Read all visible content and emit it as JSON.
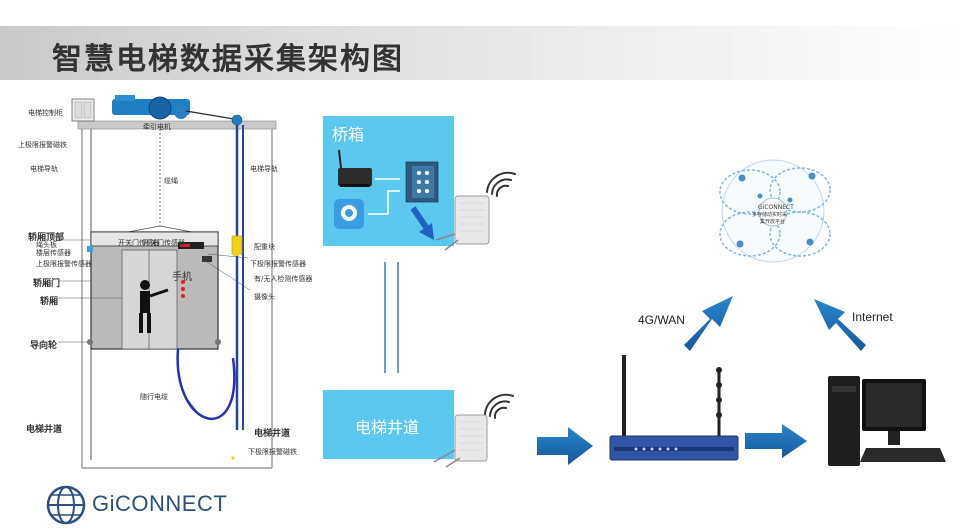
{
  "title": "智慧电梯数据采集架构图",
  "panels": {
    "car": "桥箱",
    "shaft": "电梯井道"
  },
  "network": {
    "wan_label": "4G/WAN",
    "internet_label": "Internet"
  },
  "cloud_center_text": [
    "GiCONNECT",
    "多存储动实时采",
    "集开放平台"
  ],
  "elevator_labels": {
    "control_cabinet": "电梯控制柜",
    "traction_motor": "牵引电机",
    "upper_limit_alarm_magnet": "上极限报警磁铁",
    "guide_rail_left": "电梯导轨",
    "guide_rail_right": "电梯导轨",
    "rope": "缆绳",
    "car_top": "轿厢顶部",
    "rope_head": "绳头板",
    "level_sensor": "楼层传感器",
    "upper_limit_sensor": "上极限报警传感器",
    "car_door": "轿厢门",
    "car": "轿厢",
    "guide_wheel": "导向轮",
    "door_sensor": "开关门传感器",
    "door_sensor2": "开关门传感器",
    "counterweight": "配重块",
    "lower_limit_sensor": "下极限报警传感器",
    "occupancy_sensor": "有/无人检测传感器",
    "camera": "摄像头",
    "travel_cable": "随行电缆",
    "shaft_left": "电梯井道",
    "shaft_right": "电梯井道",
    "lower_limit_magnet": "下极限报警磁铁",
    "car_sign": "手机"
  },
  "logo": "GiCONNECT",
  "colors": {
    "panel": "#5bc8ef",
    "arrow": "#1c6ab2",
    "logo": "#2b4f7e"
  }
}
